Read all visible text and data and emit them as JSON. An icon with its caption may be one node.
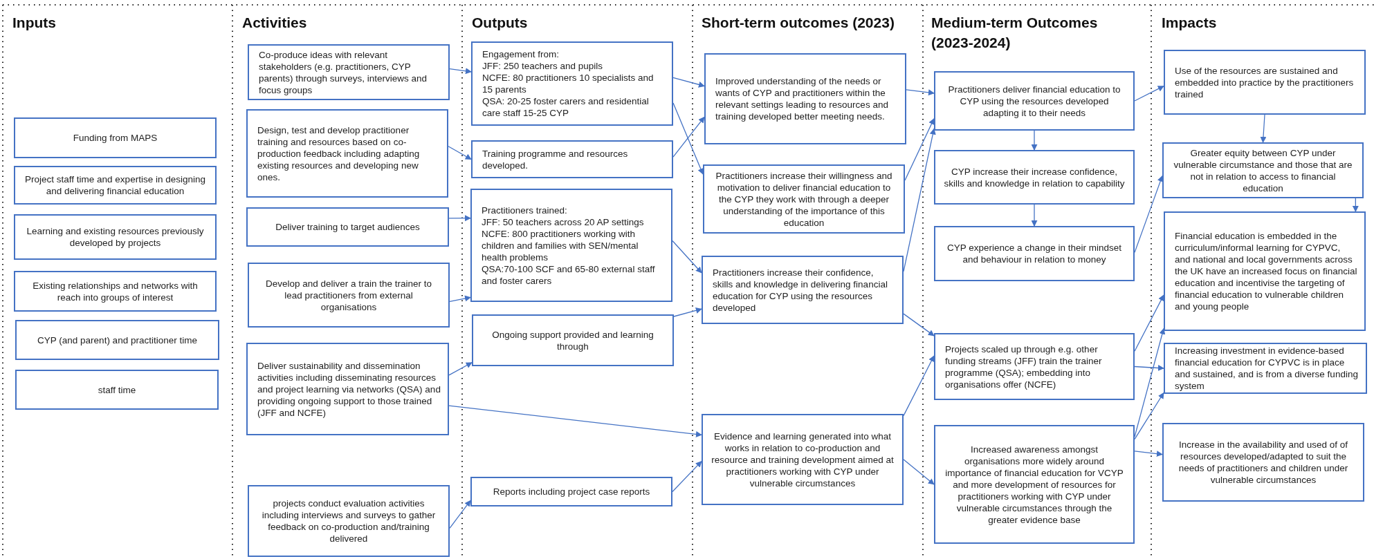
{
  "diagram": {
    "nodes": [
      {
        "text": [
          "Funding from MAPS"
        ]
      },
      {
        "text": [
          "Project staff time and expertise in designing and delivering financial education"
        ]
      },
      {
        "text": [
          "Learning and existing resources previously developed by projects"
        ]
      },
      {
        "text": [
          "Existing relationships and networks with reach into groups of interest"
        ]
      },
      {
        "text": [
          "CYP (and parent) and practitioner time"
        ]
      },
      {
        "text": [
          "staff time"
        ]
      },
      {
        "text": [
          "Co-produce ideas with relevant stakeholders (e.g. practitioners, CYP parents) through surveys, interviews and focus groups"
        ]
      },
      {
        "text": [
          "Design, test and develop practitioner training and resources based on co-production feedback including adapting existing resources and developing new ones."
        ]
      },
      {
        "text": [
          "Deliver training to target audiences"
        ]
      },
      {
        "text": [
          "Develop and deliver a train the trainer to lead practitioners from external organisations"
        ]
      },
      {
        "text": [
          "Deliver sustainability and dissemination activities including disseminating resources and project learning via networks (QSA) and providing ongoing support to those trained (JFF and NCFE)"
        ]
      },
      {
        "text": [
          "projects conduct evaluation activities including interviews and surveys to gather feedback on co-production and/training delivered"
        ]
      },
      {
        "text": [
          "Engagement from:",
          "JFF: 250 teachers and pupils",
          "NCFE: 80 practitioners 10 specialists and 15 parents",
          "QSA: 20-25 foster carers and residential care staff 15-25 CYP"
        ]
      },
      {
        "text": [
          "Training programme and resources developed."
        ]
      },
      {
        "text": [
          "Practitioners trained:",
          "JFF: 50 teachers across 20 AP settings",
          "NCFE: 800 practitioners working with children and families with SEN/mental health problems",
          "QSA:70-100 SCF and 65-80 external staff and foster carers"
        ]
      },
      {
        "text": [
          "Ongoing support provided and learning through"
        ]
      },
      {
        "text": [
          "Reports including project case reports"
        ]
      },
      {
        "text": [
          "Improved understanding of the needs or wants of CYP and practitioners within the relevant settings leading to resources and training developed better meeting needs."
        ]
      },
      {
        "text": [
          "Practitioners increase their willingness and motivation to deliver financial education to the CYP they work with through a deeper understanding of the importance of this education"
        ]
      },
      {
        "text": [
          "Practitioners increase their confidence, skills and knowledge in delivering financial education for CYP using the resources developed"
        ]
      },
      {
        "text": [
          "Evidence and learning generated into what works in relation to co-production and resource and training development aimed at practitioners working with CYP under vulnerable circumstances"
        ]
      },
      {
        "text": [
          "Practitioners deliver financial education to CYP using the resources developed adapting it to their needs"
        ]
      },
      {
        "text": [
          "CYP increase their increase confidence, skills and knowledge in relation to capability"
        ]
      },
      {
        "text": [
          "CYP experience a change in their mindset and behaviour in relation to money"
        ]
      },
      {
        "text": [
          "Projects scaled up through e.g. other funding streams (JFF) train the trainer programme (QSA); embedding into organisations offer (NCFE)"
        ]
      },
      {
        "text": [
          "Increased awareness amongst organisations more widely around importance of financial education for VCYP and more development of resources for practitioners working with CYP under vulnerable circumstances through the greater evidence base"
        ]
      },
      {
        "text": [
          "Use of the resources are sustained and embedded into practice by the practitioners trained"
        ]
      },
      {
        "text": [
          "Greater equity between CYP under vulnerable circumstance and those that are not in relation to access to financial education"
        ]
      },
      {
        "text": [
          "Financial education is embedded in the curriculum/informal learning for CYPVC, and national and local governments across the UK have an increased focus on financial education and incentivise the targeting of financial education to vulnerable children and young people"
        ]
      },
      {
        "text": [
          "Increasing investment in evidence-based financial education for CYPVC is in place and sustained, and is from a diverse funding system"
        ]
      },
      {
        "text": [
          "Increase in the availability and used of of resources developed/adapted to suit the needs of practitioners and children under vulnerable circumstances"
        ]
      }
    ],
    "edges": [
      {
        "from": 6,
        "to": 12,
        "arrow": "to"
      },
      {
        "from": 7,
        "to": 13,
        "arrow": "to"
      },
      {
        "from": 8,
        "to": 14,
        "arrow": "to"
      },
      {
        "from": 9,
        "to": 14,
        "arrow": "to"
      },
      {
        "from": 10,
        "to": 15,
        "arrow": "to"
      },
      {
        "from": 10,
        "to": 20,
        "arrow": "to"
      },
      {
        "from": 11,
        "to": 16,
        "arrow": "to"
      },
      {
        "from": 12,
        "to": 17,
        "arrow": "to"
      },
      {
        "from": 12,
        "to": 18,
        "arrow": "to"
      },
      {
        "from": 13,
        "to": 17,
        "arrow": "to"
      },
      {
        "from": 14,
        "to": 19,
        "arrow": "to"
      },
      {
        "from": 15,
        "to": 19,
        "arrow": "to"
      },
      {
        "from": 16,
        "to": 20,
        "arrow": "to"
      },
      {
        "from": 17,
        "to": 21,
        "arrow": "to"
      },
      {
        "from": 18,
        "to": 21,
        "arrow": "to"
      },
      {
        "from": 19,
        "to": 21,
        "arrow": "to"
      },
      {
        "from": 19,
        "to": 24,
        "arrow": "to"
      },
      {
        "from": 20,
        "to": 24,
        "arrow": "to"
      },
      {
        "from": 20,
        "to": 25,
        "arrow": "to"
      },
      {
        "from": 21,
        "to": 22,
        "arrow": "to"
      },
      {
        "from": 22,
        "to": 23,
        "arrow": "to"
      },
      {
        "from": 21,
        "to": 26,
        "arrow": "to"
      },
      {
        "from": 23,
        "to": 27,
        "arrow": "to"
      },
      {
        "from": 26,
        "to": 27,
        "arrow": "to"
      },
      {
        "from": 27,
        "to": 28,
        "arrow": "to"
      },
      {
        "from": 24,
        "to": 28,
        "arrow": "to"
      },
      {
        "from": 24,
        "to": 29,
        "arrow": "to"
      },
      {
        "from": 25,
        "to": 28,
        "arrow": "to"
      },
      {
        "from": 25,
        "to": 29,
        "arrow": "to"
      },
      {
        "from": 25,
        "to": 30,
        "arrow": "to"
      }
    ],
    "labels": [
      "Inputs",
      "Activities",
      "Outputs",
      "Short-term outcomes (2023)",
      "Medium-term Outcomes (2023-2024)",
      "Impacts"
    ]
  }
}
